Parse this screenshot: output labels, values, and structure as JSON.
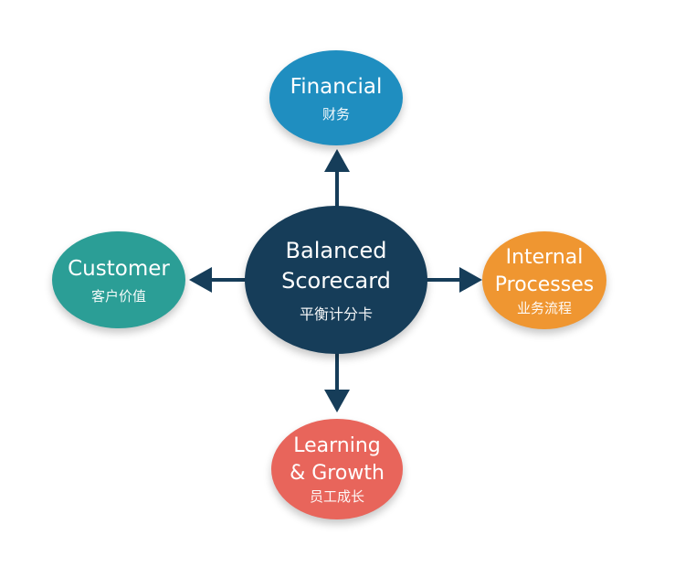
{
  "diagram": {
    "center": {
      "title_lines": [
        "Balanced",
        "Scorecard"
      ],
      "subtitle": "平衡计分卡",
      "color": "#163d59"
    },
    "financial": {
      "title_lines": [
        "Financial"
      ],
      "subtitle": "财务",
      "color": "#1f8ec0"
    },
    "customer": {
      "title_lines": [
        "Customer"
      ],
      "subtitle": "客户价值",
      "color": "#2b9e96"
    },
    "internal": {
      "title_lines": [
        "Internal",
        "Processes"
      ],
      "subtitle": "业务流程",
      "color": "#ef9631"
    },
    "learning": {
      "title_lines": [
        "Learning",
        "& Growth"
      ],
      "subtitle": "员工成长",
      "color": "#e8655b"
    },
    "connector_color": "#163d59",
    "connectors": [
      {
        "from": "center",
        "to": "financial"
      },
      {
        "from": "center",
        "to": "customer"
      },
      {
        "from": "center",
        "to": "internal"
      },
      {
        "from": "center",
        "to": "learning"
      }
    ]
  }
}
